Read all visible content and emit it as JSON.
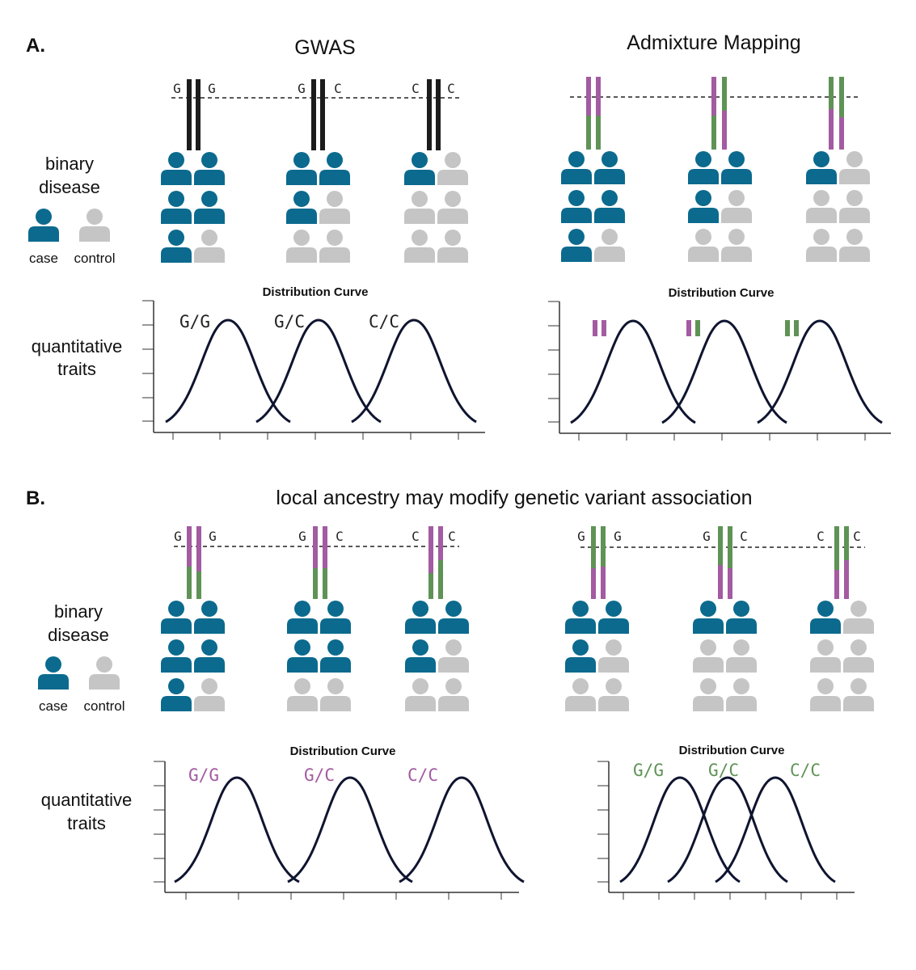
{
  "colors": {
    "case": "#0b6a8e",
    "control": "#c5c5c5",
    "purple": "#a35ba1",
    "green": "#5f9356",
    "black": "#1c1c1c",
    "curve": "#0f1530"
  },
  "legend": {
    "heading_line1": "binary",
    "heading_line2": "disease",
    "case_label": "case",
    "control_label": "control"
  },
  "quant_label": {
    "line1": "quantitative",
    "line2": "traits"
  },
  "curve_title": "Distribution Curve",
  "panel_a": {
    "letter": "A.",
    "gwas": {
      "title": "GWAS",
      "groups": [
        {
          "alleles": [
            "G",
            "G"
          ],
          "chrom": "black",
          "persons": [
            "case",
            "case",
            "case",
            "case",
            "case",
            "control"
          ]
        },
        {
          "alleles": [
            "G",
            "C"
          ],
          "chrom": "black",
          "persons": [
            "case",
            "case",
            "case",
            "control",
            "control",
            "control"
          ]
        },
        {
          "alleles": [
            "C",
            "C"
          ],
          "chrom": "black",
          "persons": [
            "case",
            "control",
            "control",
            "control",
            "control",
            "control"
          ]
        }
      ],
      "curve_labels": [
        "G/G",
        "G/C",
        "C/C"
      ]
    },
    "admix": {
      "title": "Admixture Mapping",
      "groups": [
        {
          "chrom": [
            "purple",
            "purple"
          ],
          "persons": [
            "case",
            "case",
            "case",
            "case",
            "case",
            "control"
          ]
        },
        {
          "chrom": [
            "purple",
            "green"
          ],
          "persons": [
            "case",
            "case",
            "case",
            "control",
            "control",
            "control"
          ]
        },
        {
          "chrom": [
            "green",
            "green"
          ],
          "persons": [
            "case",
            "control",
            "control",
            "control",
            "control",
            "control"
          ]
        }
      ]
    }
  },
  "panel_b": {
    "letter": "B.",
    "title": "local ancestry may modify genetic variant association",
    "left": {
      "groups": [
        {
          "alleles": [
            "G",
            "G"
          ],
          "persons": [
            "case",
            "case",
            "case",
            "case",
            "case",
            "control"
          ]
        },
        {
          "alleles": [
            "G",
            "C"
          ],
          "persons": [
            "case",
            "case",
            "case",
            "case",
            "control",
            "control"
          ]
        },
        {
          "alleles": [
            "C",
            "C"
          ],
          "persons": [
            "case",
            "case",
            "case",
            "control",
            "control",
            "control"
          ]
        }
      ],
      "curve_labels": [
        "G/G",
        "G/C",
        "C/C"
      ]
    },
    "right": {
      "groups": [
        {
          "alleles": [
            "G",
            "G"
          ],
          "persons": [
            "case",
            "case",
            "case",
            "control",
            "control",
            "control"
          ]
        },
        {
          "alleles": [
            "G",
            "C"
          ],
          "persons": [
            "case",
            "case",
            "control",
            "control",
            "control",
            "control"
          ]
        },
        {
          "alleles": [
            "C",
            "C"
          ],
          "persons": [
            "case",
            "control",
            "control",
            "control",
            "control",
            "control"
          ]
        }
      ],
      "curve_labels": [
        "G/G",
        "G/C",
        "C/C"
      ]
    }
  }
}
